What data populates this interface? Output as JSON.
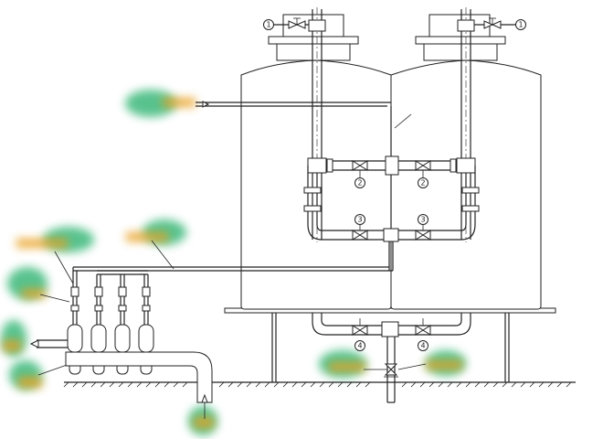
{
  "callouts": [
    {
      "id": "valve-top-left",
      "text": "1"
    },
    {
      "id": "valve-top-right",
      "text": "1"
    },
    {
      "id": "valve-mid-left",
      "text": "2"
    },
    {
      "id": "valve-mid-right",
      "text": "2"
    },
    {
      "id": "valve-low-left",
      "text": "3"
    },
    {
      "id": "valve-low-right",
      "text": "3"
    },
    {
      "id": "valve-bottom-left",
      "text": "4"
    },
    {
      "id": "valve-bottom-right",
      "text": "4"
    }
  ],
  "colors": {
    "line": "#222222",
    "blob_green": "#3cb87a",
    "blob_orange": "#e8a020"
  }
}
